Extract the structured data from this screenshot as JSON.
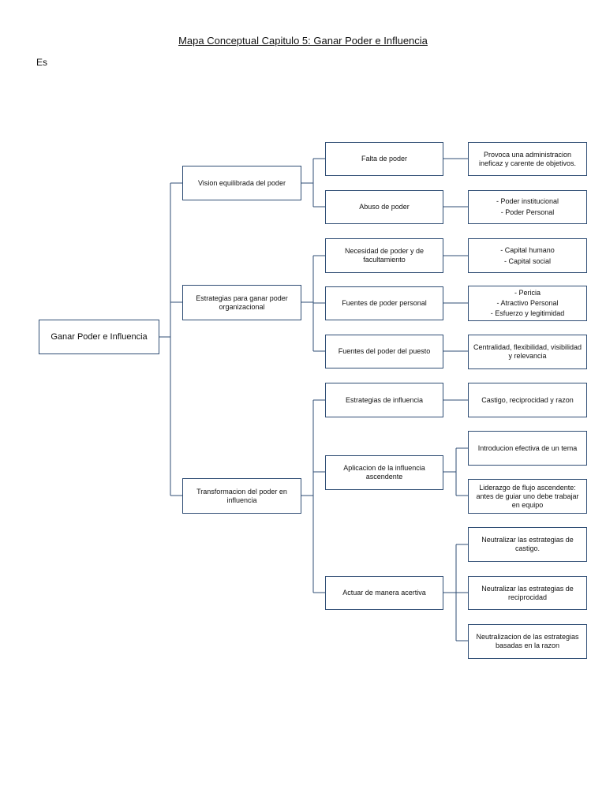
{
  "title": "Mapa Conceptual Capitulo 5: Ganar Poder e Influencia",
  "es_label": "Es",
  "root": "Ganar Poder e Influencia",
  "branches": {
    "vision": "Vision equilibrada del poder",
    "estrategias": "Estrategias para ganar poder organizacional",
    "transformacion": "Transformacion del poder en influencia"
  },
  "nodes": {
    "falta": "Falta de poder",
    "abuso": "Abuso de poder",
    "necesidad": "Necesidad de poder y de facultamiento",
    "fuentes_personal": "Fuentes de poder personal",
    "fuentes_puesto": "Fuentes del poder del puesto",
    "estrategias_influencia": "Estrategias de influencia",
    "aplicacion": "Aplicacion de la influencia ascendente",
    "actuar": "Actuar de manera acertiva"
  },
  "leaves": {
    "provoca": "Provoca una administracion ineficaz y carente de objetivos.",
    "poder_lines": [
      "- Poder institucional",
      "- Poder Personal"
    ],
    "capital_lines": [
      "- Capital humano",
      "- Capital social"
    ],
    "pericia_lines": [
      "- Pericia",
      "- Atractivo Personal",
      "-  Esfuerzo y legitimidad"
    ],
    "centralidad": "Centralidad, flexibilidad, visibilidad y relevancia",
    "castigo": "Castigo, reciprocidad y razon",
    "introducion": "Introducion efectiva de un tema",
    "liderazgo": "Liderazgo de flujo ascendente: antes de guiar uno debe trabajar en equipo",
    "neutralizar_castigo": "Neutralizar las estrategias de castigo.",
    "neutralizar_reciprocidad": "Neutralizar las estrategias de reciprocidad",
    "neutralizacion_razon": "Neutralizacion de las estrategias basadas en la razon"
  }
}
